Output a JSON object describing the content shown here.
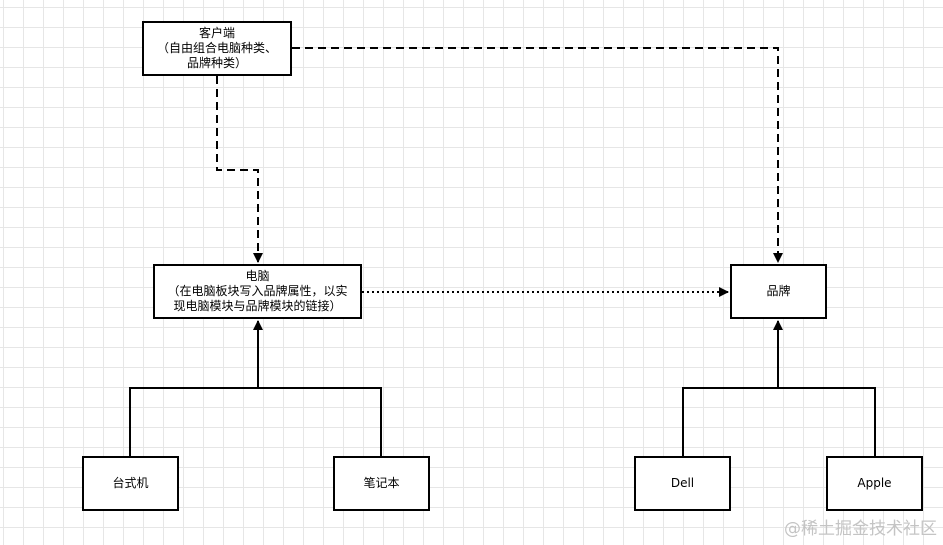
{
  "nodes": {
    "client": {
      "line1": "客户端",
      "line2": "（自由组合电脑种类、",
      "line3": "品牌种类）"
    },
    "computer": {
      "line1": "电脑",
      "line2": "（在电脑板块写入品牌属性，以实",
      "line3": "现电脑模块与品牌模块的链接）"
    },
    "brand": {
      "label": "品牌"
    },
    "desktop": {
      "label": "台式机"
    },
    "laptop": {
      "label": "笔记本"
    },
    "dell": {
      "label": "Dell"
    },
    "apple": {
      "label": "Apple"
    }
  },
  "watermark": "@稀土掘金技术社区",
  "colors": {
    "line": "#000000",
    "grid": "#e6e6e6",
    "watermark": "#c4c4c4"
  }
}
